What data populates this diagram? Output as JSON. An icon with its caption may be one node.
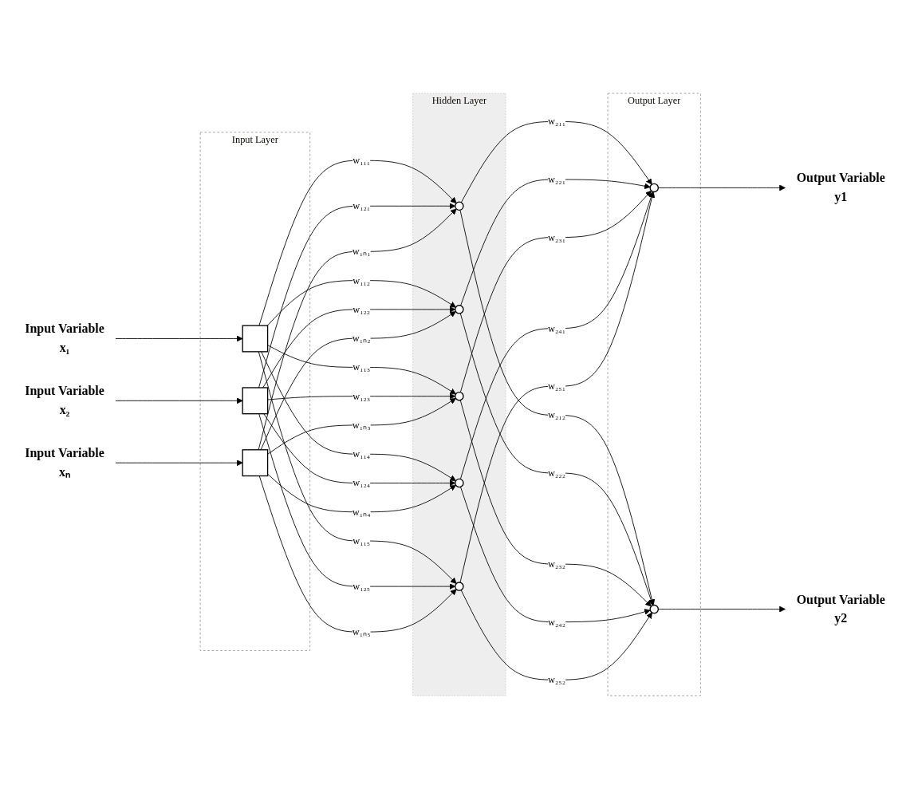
{
  "diagram": {
    "nodes": [
      {
        "text": [
          "Input Layer"
        ]
      },
      {
        "text": [
          "Hidden Layer"
        ]
      },
      {
        "text": [
          "Output Layer"
        ]
      },
      {
        "text": [
          "Input Variable",
          "x₁"
        ]
      },
      {
        "text": [
          "Input Variable",
          "x₂"
        ]
      },
      {
        "text": [
          "Input Variable",
          "xₙ"
        ]
      },
      {
        "text": [],
        "shape": "box",
        "in": 0
      },
      {
        "text": [],
        "shape": "box",
        "in": 0
      },
      {
        "text": [],
        "shape": "box",
        "in": 0
      },
      {
        "text": [],
        "shape": "circle",
        "in": 1
      },
      {
        "text": [],
        "shape": "circle",
        "in": 1
      },
      {
        "text": [],
        "shape": "circle",
        "in": 1
      },
      {
        "text": [],
        "shape": "circle",
        "in": 1
      },
      {
        "text": [],
        "shape": "circle",
        "in": 1
      },
      {
        "text": [],
        "shape": "circle",
        "in": 2
      },
      {
        "text": [],
        "shape": "circle",
        "in": 2
      },
      {
        "text": [
          "Output Variable",
          "y1"
        ]
      },
      {
        "text": [
          "Output Variable",
          "y2"
        ]
      }
    ],
    "edges": [
      {
        "from": 3,
        "to": 6,
        "arrow": "to"
      },
      {
        "from": 4,
        "to": 7,
        "arrow": "to"
      },
      {
        "from": 5,
        "to": 8,
        "arrow": "to"
      },
      {
        "from": 6,
        "to": 9,
        "arrow": "to",
        "label": "w₁₁₁"
      },
      {
        "from": 6,
        "to": 10,
        "arrow": "to",
        "label": "w₁₁₂"
      },
      {
        "from": 6,
        "to": 11,
        "arrow": "to",
        "label": "w₁₁₃"
      },
      {
        "from": 6,
        "to": 12,
        "arrow": "to",
        "label": "w₁₁₄"
      },
      {
        "from": 6,
        "to": 13,
        "arrow": "to",
        "label": "w₁₁₅"
      },
      {
        "from": 7,
        "to": 9,
        "arrow": "to",
        "label": "w₁₂₁"
      },
      {
        "from": 7,
        "to": 10,
        "arrow": "to",
        "label": "w₁₂₂"
      },
      {
        "from": 7,
        "to": 11,
        "arrow": "to",
        "label": "w₁₂₃"
      },
      {
        "from": 7,
        "to": 12,
        "arrow": "to",
        "label": "w₁₂₄"
      },
      {
        "from": 7,
        "to": 13,
        "arrow": "to",
        "label": "w₁₂₅"
      },
      {
        "from": 8,
        "to": 9,
        "arrow": "to",
        "label": "w₁ₙ₁"
      },
      {
        "from": 8,
        "to": 10,
        "arrow": "to",
        "label": "w₁ₙ₂"
      },
      {
        "from": 8,
        "to": 11,
        "arrow": "to",
        "label": "w₁ₙ₃"
      },
      {
        "from": 8,
        "to": 12,
        "arrow": "to",
        "label": "w₁ₙ₄"
      },
      {
        "from": 8,
        "to": 13,
        "arrow": "to",
        "label": "w₁ₙ₅"
      },
      {
        "from": 9,
        "to": 14,
        "arrow": "to",
        "label": "w₂₁₁"
      },
      {
        "from": 9,
        "to": 15,
        "arrow": "to",
        "label": "w₂₁₂"
      },
      {
        "from": 10,
        "to": 14,
        "arrow": "to",
        "label": "w₂₂₁"
      },
      {
        "from": 10,
        "to": 15,
        "arrow": "to",
        "label": "w₂₂₂"
      },
      {
        "from": 11,
        "to": 14,
        "arrow": "to",
        "label": "w₂₃₁"
      },
      {
        "from": 11,
        "to": 15,
        "arrow": "to",
        "label": "w₂₃₂"
      },
      {
        "from": 12,
        "to": 14,
        "arrow": "to",
        "label": "w₂₄₁"
      },
      {
        "from": 12,
        "to": 15,
        "arrow": "to",
        "label": "w₂₄₂"
      },
      {
        "from": 13,
        "to": 14,
        "arrow": "to",
        "label": "w₂₅₁"
      },
      {
        "from": 13,
        "to": 15,
        "arrow": "to",
        "label": "w₂₅₂"
      },
      {
        "from": 14,
        "to": 16,
        "arrow": "to"
      },
      {
        "from": 15,
        "to": 17,
        "arrow": "to"
      }
    ]
  }
}
